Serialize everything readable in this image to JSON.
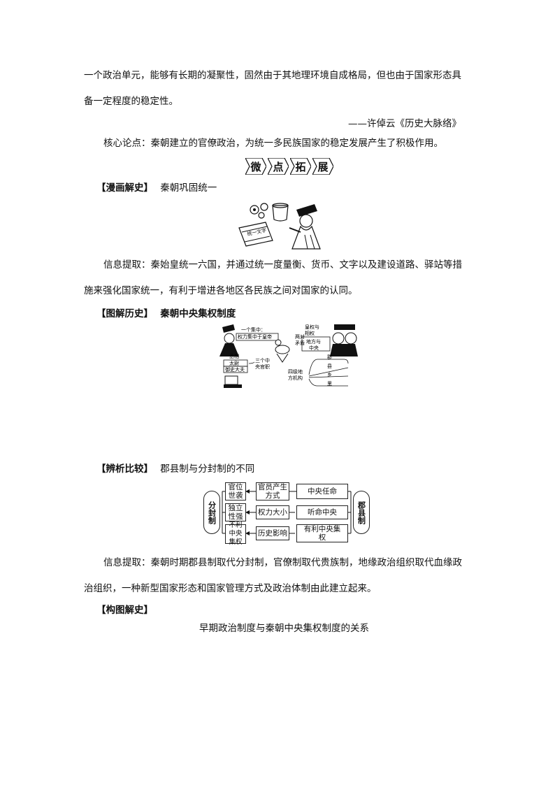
{
  "para1": {
    "line1": "一个政治单元，能够有长期的凝聚性，固然由于其地理环境自成格局，但也由于国家形态具",
    "line2": "备一定程度的稳定性。",
    "source": "——许倬云《历史大脉络》"
  },
  "core": "核心论点：秦朝建立的官僚政治，为统一多民族国家的稳定发展产生了积极作用。",
  "banner": [
    "微",
    "点",
    "拓",
    "展"
  ],
  "comic": {
    "label": "【漫画解史】",
    "title": "秦朝巩固统一",
    "scroll_text": "统一文字",
    "info_line1": "信息提取：秦始皇统一六国，并通过统一度量衡、货币、文字以及建设道路、驿站等措",
    "info_line2": "施来强化国家统一，有利于增进各地区各民族之间对国家的认同。"
  },
  "figure": {
    "label": "【图解历史】",
    "title": "秦朝中央集权制度",
    "texts": {
      "one_center": "一个集中：",
      "power": "权力集中于皇帝",
      "chancellor": "丞相",
      "taiwei": "太尉",
      "yushi": "御史大夫",
      "three_central": "三个中",
      "central_officials": "央官职",
      "two_pairs": "两对",
      "contradictions": "矛盾",
      "imperial_power": "皇权与",
      "xiang_power": "相权",
      "local_central": "地方与",
      "central": "中央",
      "four_levels": "四级地",
      "local_orgs": "方机构",
      "jun": "郡",
      "xian": "县",
      "xiang": "乡",
      "li": "里"
    }
  },
  "compare": {
    "label": "【辨析比较】",
    "title": "郡县制与分封制的不同",
    "left_oval": "分封制",
    "right_oval": "郡县制",
    "rows": [
      {
        "left": "官位世袭",
        "mid": "官员产生方式",
        "right": "中央任命"
      },
      {
        "left": "独立性强",
        "mid": "权力大小",
        "right": "听命中央"
      },
      {
        "left": "不利中央集权",
        "mid": "历史影响",
        "right": "有利中央集权"
      }
    ],
    "info_line1": "信息提取：秦朝时期郡县制取代分封制，官僚制取代贵族制，地缘政治组织取代血缘政",
    "info_line2": "治组织，一种新型国家形态和国家管理方式及政治体制由此建立起来。"
  },
  "structure": {
    "label": "【构图解史】",
    "title": "早期政治制度与秦朝中央集权制度的关系"
  }
}
